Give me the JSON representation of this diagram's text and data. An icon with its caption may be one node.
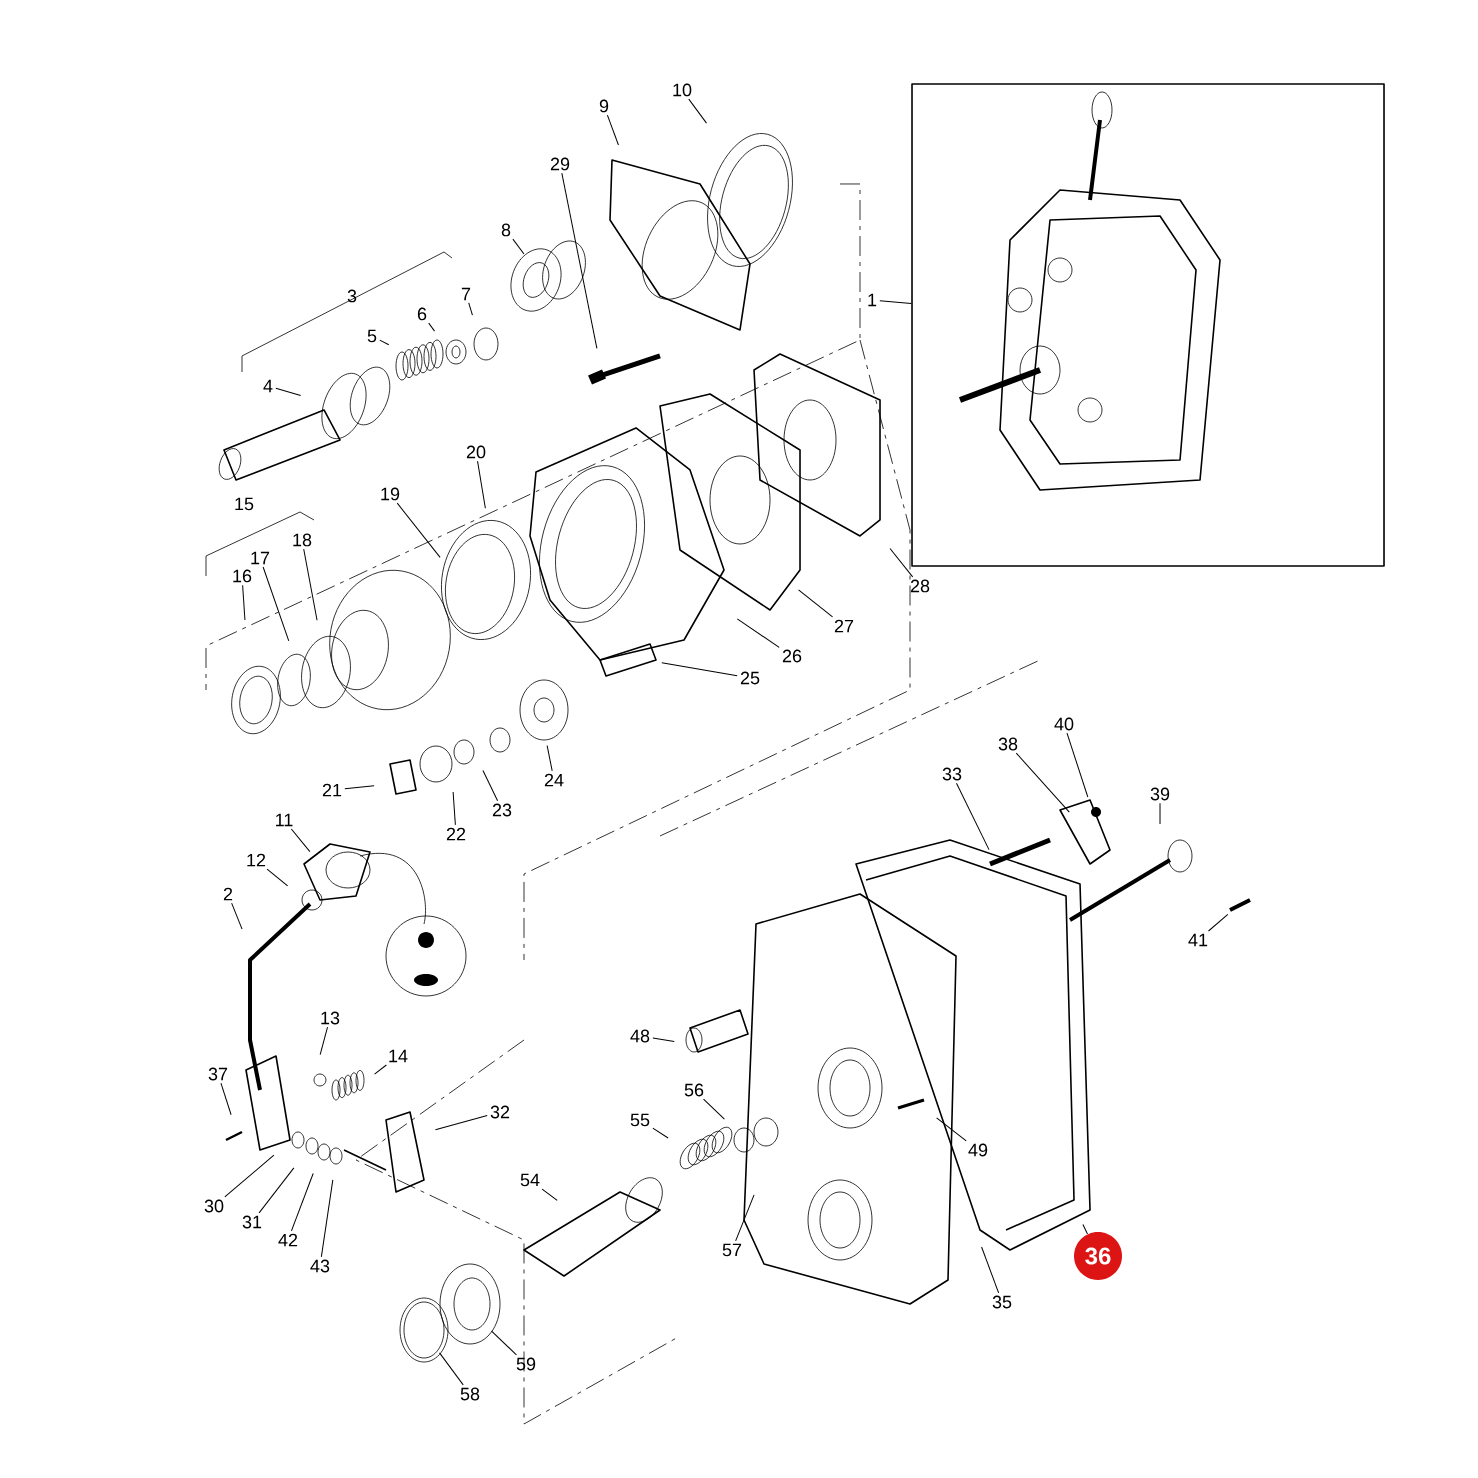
{
  "diagram": {
    "nodes": [
      {
        "text": [
          "10"
        ]
      },
      {
        "text": [
          "9"
        ]
      },
      {
        "text": [
          "29"
        ]
      },
      {
        "text": [
          "8"
        ]
      },
      {
        "text": [
          "3"
        ]
      },
      {
        "text": [
          "7"
        ]
      },
      {
        "text": [
          "1"
        ]
      },
      {
        "text": [
          "6"
        ]
      },
      {
        "text": [
          "5"
        ]
      },
      {
        "text": [
          "4"
        ]
      },
      {
        "text": [
          "15"
        ]
      },
      {
        "text": [
          "20"
        ]
      },
      {
        "text": [
          "19"
        ]
      },
      {
        "text": [
          "18"
        ]
      },
      {
        "text": [
          "17"
        ]
      },
      {
        "text": [
          "16"
        ]
      },
      {
        "text": [
          "28"
        ]
      },
      {
        "text": [
          "27"
        ]
      },
      {
        "text": [
          "26"
        ]
      },
      {
        "text": [
          "25"
        ]
      },
      {
        "text": [
          "40"
        ]
      },
      {
        "text": [
          "38"
        ]
      },
      {
        "text": [
          "33"
        ]
      },
      {
        "text": [
          "24"
        ]
      },
      {
        "text": [
          "21"
        ]
      },
      {
        "text": [
          "39"
        ]
      },
      {
        "text": [
          "23"
        ]
      },
      {
        "text": [
          "11"
        ]
      },
      {
        "text": [
          "22"
        ]
      },
      {
        "text": [
          "12"
        ]
      },
      {
        "text": [
          "2"
        ]
      },
      {
        "text": [
          "41"
        ]
      },
      {
        "text": [
          "13"
        ]
      },
      {
        "text": [
          "48"
        ]
      },
      {
        "text": [
          "14"
        ]
      },
      {
        "text": [
          "37"
        ]
      },
      {
        "text": [
          "56"
        ]
      },
      {
        "text": [
          "32"
        ]
      },
      {
        "text": [
          "55"
        ]
      },
      {
        "text": [
          "49"
        ]
      },
      {
        "text": [
          "54"
        ]
      },
      {
        "text": [
          "30"
        ]
      },
      {
        "text": [
          "31"
        ]
      },
      {
        "text": [
          "42"
        ]
      },
      {
        "text": [
          "57"
        ]
      },
      {
        "text": [
          "36"
        ]
      },
      {
        "text": [
          "43"
        ]
      },
      {
        "text": [
          "35"
        ]
      },
      {
        "text": [
          "59"
        ]
      },
      {
        "text": [
          "58"
        ]
      },
      {
        "text": [],
        "shape": "picture"
      }
    ],
    "edges": [
      {
        "from": 0,
        "to": null,
        "arrow": "none"
      },
      {
        "from": 1,
        "to": null,
        "arrow": "none"
      },
      {
        "from": 2,
        "to": null,
        "arrow": "none"
      },
      {
        "from": 3,
        "to": null,
        "arrow": "none"
      },
      {
        "from": 5,
        "to": null,
        "arrow": "none"
      },
      {
        "from": 6,
        "to": 50,
        "arrow": "none"
      },
      {
        "from": 7,
        "to": null,
        "arrow": "none"
      },
      {
        "from": 8,
        "to": null,
        "arrow": "none"
      },
      {
        "from": 9,
        "to": null,
        "arrow": "none"
      },
      {
        "from": 11,
        "to": null,
        "arrow": "none"
      },
      {
        "from": 12,
        "to": null,
        "arrow": "none"
      },
      {
        "from": 13,
        "to": null,
        "arrow": "none"
      },
      {
        "from": 14,
        "to": null,
        "arrow": "none"
      },
      {
        "from": 15,
        "to": null,
        "arrow": "none"
      },
      {
        "from": 16,
        "to": null,
        "arrow": "none"
      },
      {
        "from": 17,
        "to": null,
        "arrow": "none"
      },
      {
        "from": 18,
        "to": null,
        "arrow": "none"
      },
      {
        "from": 19,
        "to": null,
        "arrow": "none"
      },
      {
        "from": 20,
        "to": null,
        "arrow": "none"
      },
      {
        "from": 21,
        "to": null,
        "arrow": "none"
      },
      {
        "from": 22,
        "to": null,
        "arrow": "none"
      },
      {
        "from": 23,
        "to": null,
        "arrow": "none"
      },
      {
        "from": 24,
        "to": null,
        "arrow": "none"
      },
      {
        "from": 25,
        "to": null,
        "arrow": "none"
      },
      {
        "from": 26,
        "to": null,
        "arrow": "none"
      },
      {
        "from": 27,
        "to": null,
        "arrow": "none"
      },
      {
        "from": 28,
        "to": null,
        "arrow": "none"
      },
      {
        "from": 29,
        "to": null,
        "arrow": "none"
      },
      {
        "from": 30,
        "to": null,
        "arrow": "none"
      },
      {
        "from": 31,
        "to": null,
        "arrow": "none"
      },
      {
        "from": 32,
        "to": null,
        "arrow": "none"
      },
      {
        "from": 33,
        "to": null,
        "arrow": "none"
      },
      {
        "from": 34,
        "to": null,
        "arrow": "none"
      },
      {
        "from": 35,
        "to": null,
        "arrow": "none"
      },
      {
        "from": 36,
        "to": null,
        "arrow": "none"
      },
      {
        "from": 37,
        "to": null,
        "arrow": "none"
      },
      {
        "from": 38,
        "to": null,
        "arrow": "none"
      },
      {
        "from": 39,
        "to": null,
        "arrow": "none"
      },
      {
        "from": 40,
        "to": null,
        "arrow": "none"
      },
      {
        "from": 41,
        "to": null,
        "arrow": "none"
      },
      {
        "from": 42,
        "to": null,
        "arrow": "none"
      },
      {
        "from": 43,
        "to": null,
        "arrow": "none"
      },
      {
        "from": 44,
        "to": null,
        "arrow": "none"
      },
      {
        "from": 45,
        "to": null,
        "arrow": "none"
      },
      {
        "from": 46,
        "to": null,
        "arrow": "none"
      },
      {
        "from": 47,
        "to": null,
        "arrow": "none"
      },
      {
        "from": 48,
        "to": null,
        "arrow": "none"
      },
      {
        "from": 49,
        "to": null,
        "arrow": "none"
      }
    ]
  }
}
